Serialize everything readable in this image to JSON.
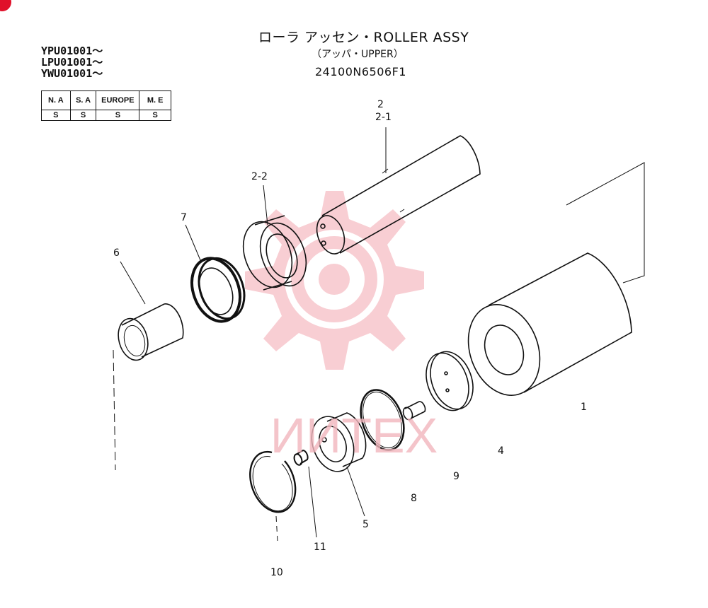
{
  "header": {
    "title": "ローラ アッセン・ROLLER ASSY",
    "subtitle": "（アッパ・UPPER）",
    "part_code": "24100N6506F1"
  },
  "serials": [
    "YPU01001～",
    "LPU01001～",
    "YWU01001～"
  ],
  "region_table": {
    "headers": [
      "N. A",
      "S. A",
      "EUROPE",
      "M. E"
    ],
    "values": [
      "S",
      "S",
      "S",
      "S"
    ]
  },
  "callouts": {
    "c1": "1",
    "c2": "2",
    "c2_1": "2-1",
    "c2_2": "2-2",
    "c4": "4",
    "c5": "5",
    "c6": "6",
    "c7": "7",
    "c8": "8",
    "c9": "9",
    "c10": "10",
    "c11": "11"
  },
  "watermark": {
    "text": "ИИТЕХ",
    "color": "#f2b6bd"
  },
  "colors": {
    "ink": "#111111",
    "badge": "#e0102a"
  }
}
